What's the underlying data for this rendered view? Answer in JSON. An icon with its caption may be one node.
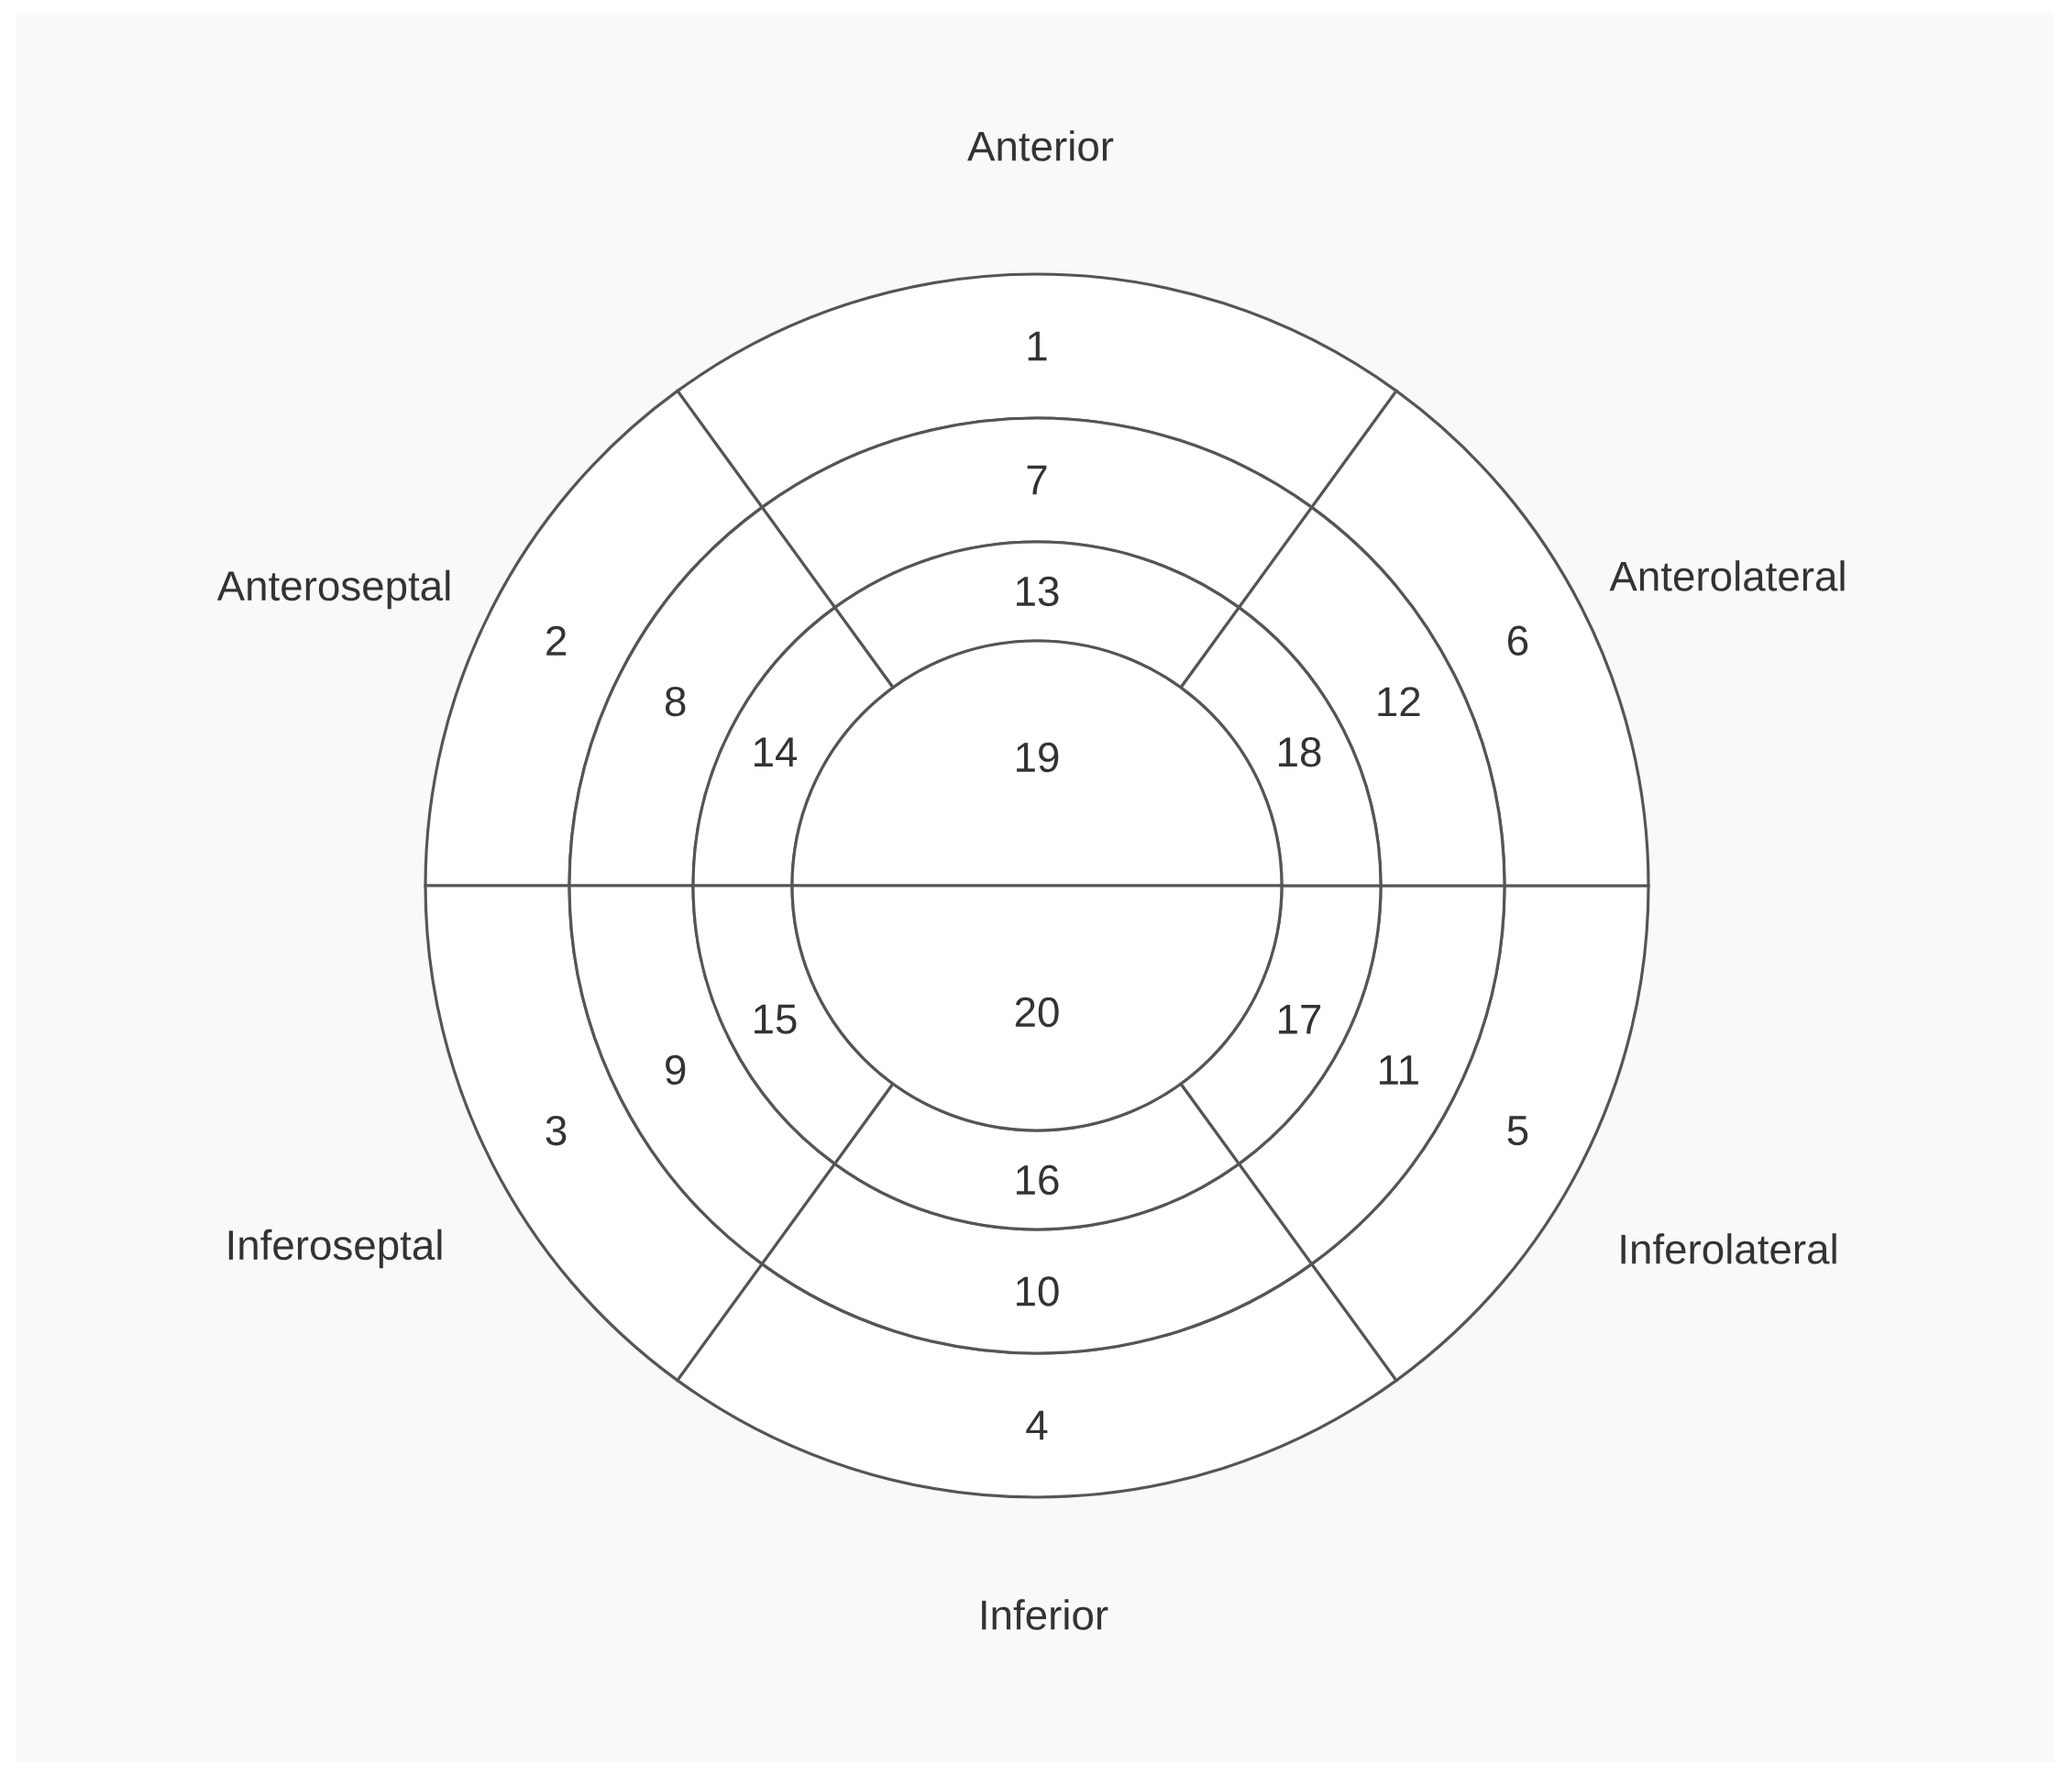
{
  "diagram": {
    "nodes": [
      {
        "text": [
          "1"
        ]
      },
      {
        "text": [
          "2"
        ]
      },
      {
        "text": [
          "3"
        ]
      },
      {
        "text": [
          "4"
        ]
      },
      {
        "text": [
          "5"
        ]
      },
      {
        "text": [
          "6"
        ]
      },
      {
        "text": [
          "7"
        ]
      },
      {
        "text": [
          "8"
        ]
      },
      {
        "text": [
          "9"
        ]
      },
      {
        "text": [
          "10"
        ]
      },
      {
        "text": [
          "11"
        ]
      },
      {
        "text": [
          "12"
        ]
      },
      {
        "text": [
          "13"
        ]
      },
      {
        "text": [
          "14"
        ]
      },
      {
        "text": [
          "15"
        ]
      },
      {
        "text": [
          "16"
        ]
      },
      {
        "text": [
          "17"
        ]
      },
      {
        "text": [
          "18"
        ]
      },
      {
        "text": [
          "19"
        ]
      },
      {
        "text": [
          "20"
        ]
      }
    ],
    "labels": [
      "Anterior",
      "Anteroseptal",
      "Anterolateral",
      "Inferoseptal",
      "Inferolateral",
      "Inferior"
    ]
  }
}
